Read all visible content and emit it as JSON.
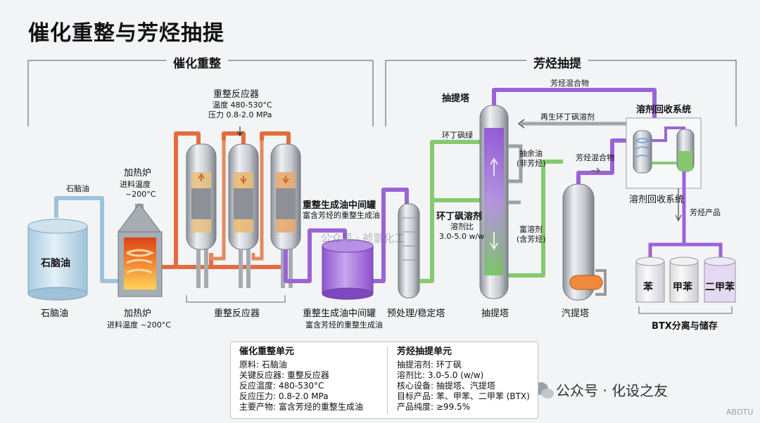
{
  "title": "催化重整与芳烃抽提",
  "sections": {
    "reforming": "催化重整",
    "extraction": "芳烃抽提"
  },
  "feed": {
    "pipe_label": "石脑油",
    "tank_label": "石脑油",
    "caption": "石脑油"
  },
  "heater": {
    "title": "加热炉",
    "temp_top": "进料温度",
    "temp_top_val": "~200°C",
    "caption": "加热炉",
    "caption_sub": "进料温度 ~200°C"
  },
  "reactor": {
    "title": "重整反应器",
    "temp": "温度 480-530°C",
    "pressure": "压力 0.8-2.0 MPa",
    "caption": "重整反应器"
  },
  "intermediate": {
    "title": "重整生成油中间罐",
    "sub": "富含芳烃的重整生成油",
    "caption": "重整生成油中间罐",
    "caption_sub": "富含芳烃的重整生成油"
  },
  "pretreat": {
    "caption": "预处理/稳定塔"
  },
  "sulfolane": {
    "title": "环丁砜溶剂",
    "ratio": "溶剂比",
    "ratio_val": "3.0-5.0 w/w",
    "pipe_label": "环丁砜绿"
  },
  "extractor": {
    "title": "抽提塔",
    "caption": "抽提塔",
    "raffinate": "抽余油",
    "raffinate_sub": "(非芳烃)",
    "rich": "富溶剂",
    "rich_sub": "(含芳烃)"
  },
  "stripper": {
    "caption": "汽提塔"
  },
  "recovery": {
    "title": "溶剂回收系统",
    "caption": "溶剂回收系统",
    "regen": "再生环丁砜溶剂",
    "mix_top": "芳烃混合物",
    "mix_mid": "芳烃混合物",
    "product": "芳烃产品"
  },
  "btx": {
    "tanks": [
      "苯",
      "甲苯",
      "二甲苯"
    ],
    "caption": "BTX分离与储存"
  },
  "watermark_center": "公众号 · 祯氢化工",
  "panel": {
    "left": {
      "header": "催化重整单元",
      "rows": [
        [
          "原料:",
          "石脑油"
        ],
        [
          "关键反应器:",
          "重整反应器"
        ],
        [
          "反应温度:",
          "480-530°C"
        ],
        [
          "反应压力:",
          "0.8-2.0 MPa"
        ],
        [
          "主要产物:",
          "富含芳烃的重整生成油"
        ]
      ]
    },
    "right": {
      "header": "芳烃抽提单元",
      "rows": [
        [
          "抽提溶剂:",
          "环丁砜"
        ],
        [
          "溶剂比:",
          "3.0-5.0 (w/w)"
        ],
        [
          "核心设备:",
          "抽提塔、汽提塔"
        ],
        [
          "目标产品:",
          "苯、甲苯、二甲苯 (BTX)"
        ],
        [
          "产品纯度:",
          "≥99.5%"
        ]
      ]
    }
  },
  "watermark": "公众号 · 化设之友",
  "watermark_corner": "ABDTU",
  "colors": {
    "naphtha": "#a9cbe0",
    "hot": "#e2683c",
    "purple": "#9b64d6",
    "green": "#84c96e",
    "steel": "#b8bdc4"
  }
}
